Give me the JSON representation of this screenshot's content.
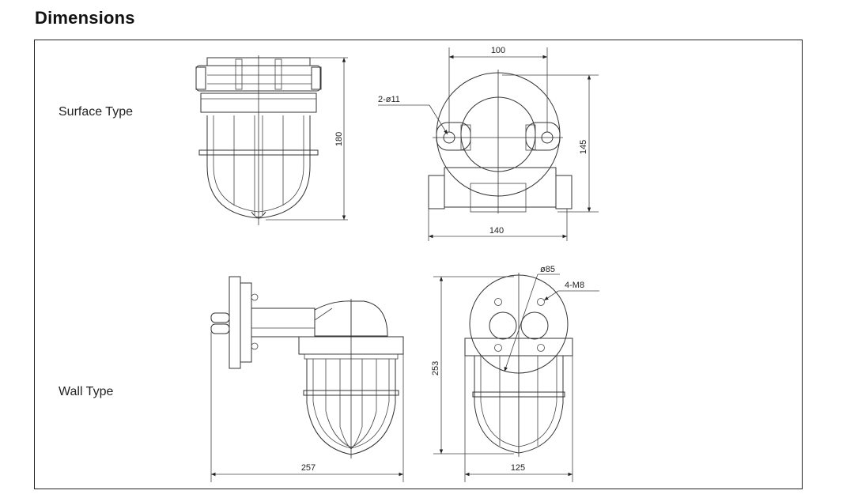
{
  "heading": "Dimensions",
  "surface": {
    "label": "Surface Type",
    "dims": {
      "height": "180",
      "hole_spacing": "100",
      "holes": "2-ø11",
      "depth": "145",
      "width": "140"
    }
  },
  "wall": {
    "label": "Wall Type",
    "dims": {
      "length": "257",
      "height": "253",
      "flange_dia": "ø85",
      "bolts": "4-M8",
      "width": "125"
    }
  },
  "colors": {
    "line": "#333333",
    "background": "#ffffff"
  }
}
